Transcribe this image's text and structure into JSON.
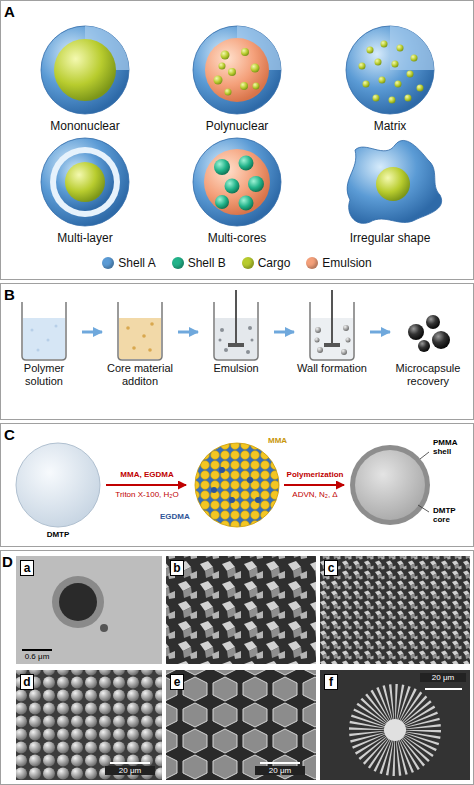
{
  "diagram": {
    "nodes": [
      {
        "text": [
          "Polymer solution"
        ]
      },
      {
        "text": [
          "Core material additon"
        ]
      },
      {
        "text": [
          "Emulsion"
        ]
      },
      {
        "text": [
          "Wall formation"
        ]
      },
      {
        "text": [
          "Microcapsule recovery"
        ]
      }
    ],
    "edges": [
      {
        "from": 0,
        "to": 1,
        "arrow": "to"
      },
      {
        "from": 1,
        "to": 2,
        "arrow": "to"
      },
      {
        "from": 2,
        "to": 3,
        "arrow": "to"
      },
      {
        "from": 3,
        "to": 4,
        "arrow": "to"
      }
    ],
    "labels": [
      "A",
      "Mononuclear",
      "Polynuclear",
      "Matrix",
      "Multi-layer",
      "Multi-cores",
      "Irregular shape",
      "B",
      "C",
      "DMTP",
      "MMA, EGDMA",
      "Triton X-100, H₂O",
      "MMA",
      "EGDMA",
      "Polymerization",
      "ADVN, N₂, Δ",
      "PMMA shell",
      "DMTP core",
      "D",
      "a",
      "0.6 μm",
      "b",
      "c",
      "d",
      "20 μm",
      "e",
      "20 μm",
      "f",
      "20 μm"
    ],
    "legend": [
      {
        "text": "Shell A",
        "color": "#5b9bd5"
      },
      {
        "text": "Shell B",
        "color": "#22b38a"
      },
      {
        "text": "Cargo",
        "color": "#b8cc2e"
      },
      {
        "text": "Emulsion",
        "color": "#f4a07a"
      }
    ]
  }
}
